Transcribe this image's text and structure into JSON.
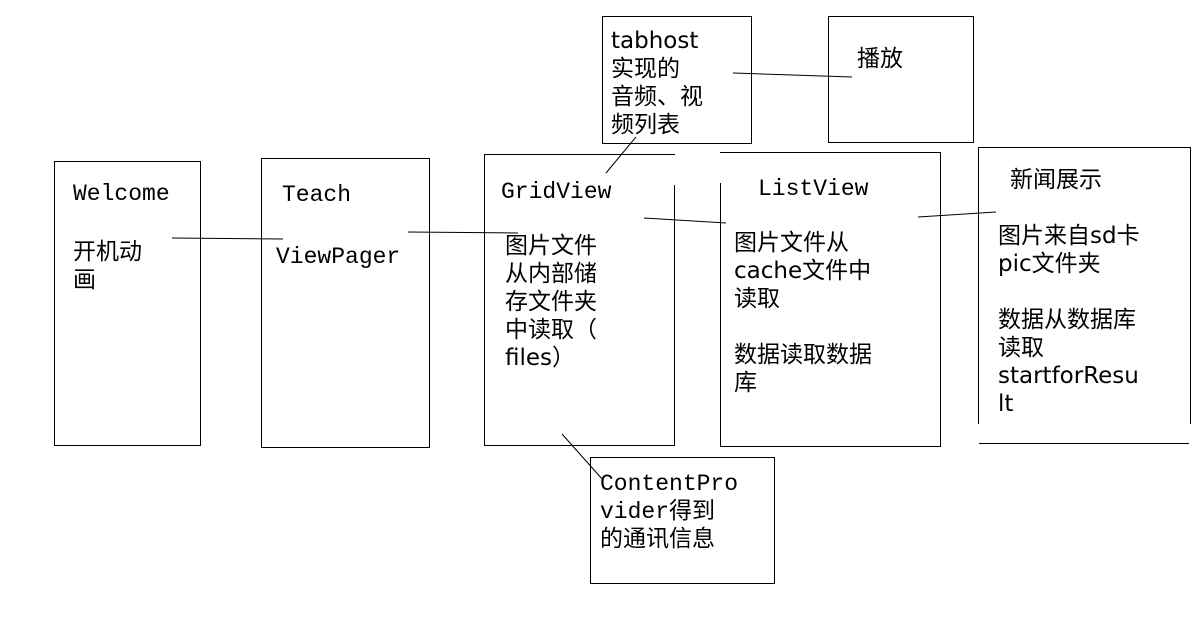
{
  "welcome": {
    "title": "Welcome",
    "desc": "开机动\n画"
  },
  "teach": {
    "title": "Teach",
    "desc": "ViewPager"
  },
  "gridview": {
    "title": "GridView",
    "desc": "图片文件\n从内部储\n存文件夹\n中读取（\nfiles）"
  },
  "listview": {
    "title": "ListView",
    "desc": "图片文件从\ncache文件中\n读取\n\n数据读取数据\n库"
  },
  "news": {
    "title": "新闻展示",
    "desc": "图片来自sd卡\npic文件夹\n\n数据从数据库\n读取\nstartforResu\nlt"
  },
  "tabhost": {
    "desc": "tabhost\n实现的\n音频、视\n频列表"
  },
  "play": {
    "label": "播放"
  },
  "contentprovider": {
    "desc": "ContentPro\nvider得到\n的通讯信息"
  }
}
